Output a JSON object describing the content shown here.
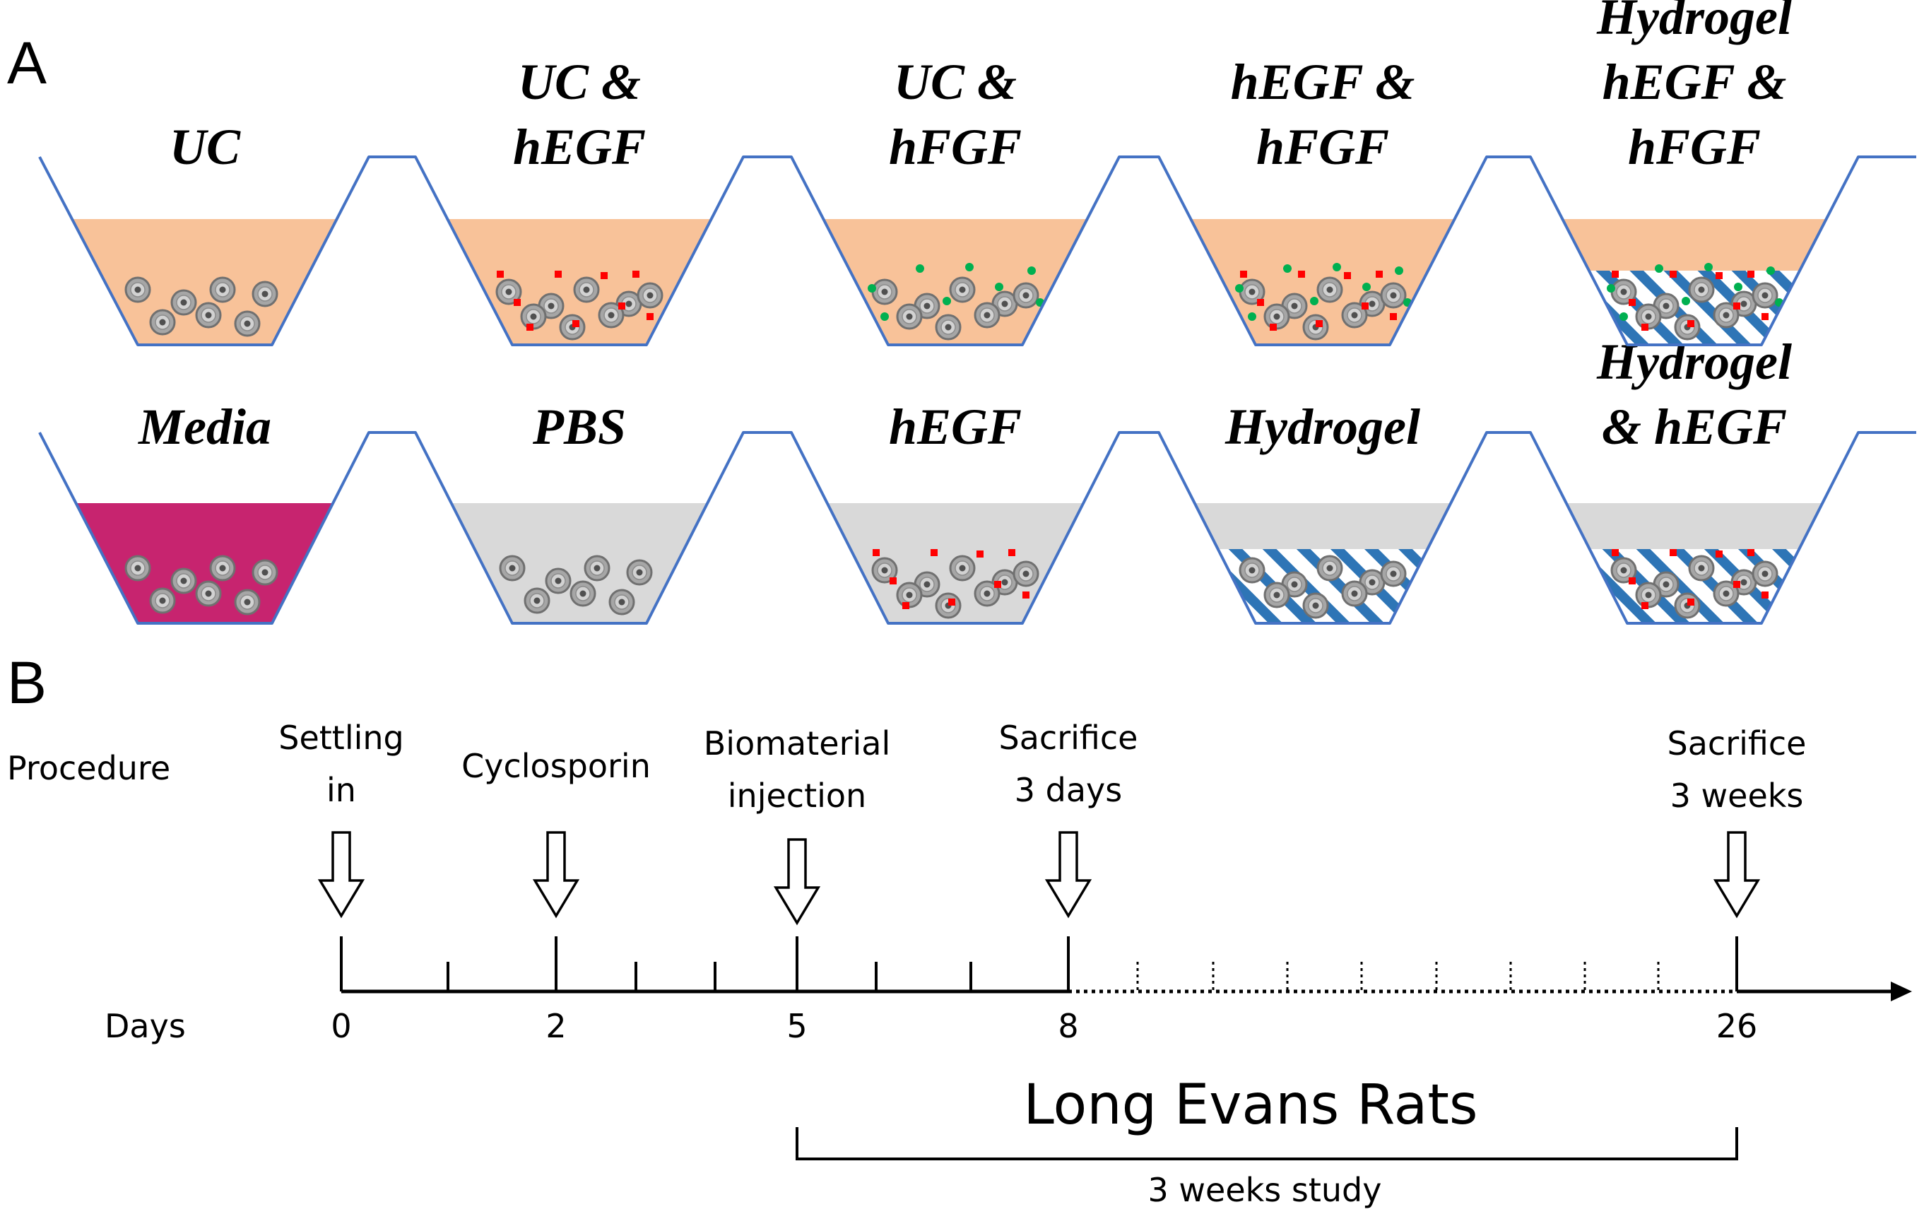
{
  "panels": {
    "a": "A",
    "b": "B"
  },
  "colors": {
    "well_outline": "#4472c4",
    "orange_medium": "#f8c299",
    "magenta_media": "#c7246f",
    "grey_buffer": "#d9d9d9",
    "hydrogel_stripe": "#2e75b6",
    "egf_dot": "#ff0000",
    "fgf_dot": "#00b050"
  },
  "wells": [
    {
      "label_lines": [
        "UC"
      ],
      "fill": "orange",
      "hydrogel": false,
      "egf": false,
      "fgf": false
    },
    {
      "label_lines": [
        "UC &",
        "hEGF"
      ],
      "fill": "orange",
      "hydrogel": false,
      "egf": true,
      "fgf": false
    },
    {
      "label_lines": [
        "UC &",
        "hFGF"
      ],
      "fill": "orange",
      "hydrogel": false,
      "egf": false,
      "fgf": true
    },
    {
      "label_lines": [
        "hEGF &",
        "hFGF"
      ],
      "fill": "orange",
      "hydrogel": false,
      "egf": true,
      "fgf": true
    },
    {
      "label_lines": [
        "Hydrogel",
        "hEGF &",
        "hFGF"
      ],
      "fill": "orange",
      "hydrogel": true,
      "egf": true,
      "fgf": true
    },
    {
      "label_lines": [
        "Media"
      ],
      "fill": "magenta",
      "hydrogel": false,
      "egf": false,
      "fgf": false
    },
    {
      "label_lines": [
        "PBS"
      ],
      "fill": "grey",
      "hydrogel": false,
      "egf": false,
      "fgf": false
    },
    {
      "label_lines": [
        "hEGF"
      ],
      "fill": "grey",
      "hydrogel": false,
      "egf": true,
      "fgf": false
    },
    {
      "label_lines": [
        "Hydrogel"
      ],
      "fill": "grey",
      "hydrogel": true,
      "egf": false,
      "fgf": false
    },
    {
      "label_lines": [
        "Hydrogel",
        "& hEGF"
      ],
      "fill": "grey",
      "hydrogel": true,
      "egf": true,
      "fgf": false
    }
  ],
  "timeline": {
    "procedure_label": "Procedure",
    "days_label": "Days",
    "events": [
      {
        "day": 0,
        "lines": [
          "Settling",
          "in"
        ]
      },
      {
        "day": 2,
        "lines": [
          "Cyclosporin"
        ]
      },
      {
        "day": 5,
        "lines": [
          "Biomaterial",
          "injection"
        ]
      },
      {
        "day": 8,
        "lines": [
          "Sacrifice",
          "3 days"
        ]
      },
      {
        "day": 26,
        "lines": [
          "Sacrifice",
          "3 weeks"
        ]
      }
    ],
    "day_labels": [
      "0",
      "2",
      "5",
      "8",
      "26"
    ],
    "animal_model": "Long Evans Rats",
    "study_label": "3 weeks study"
  }
}
